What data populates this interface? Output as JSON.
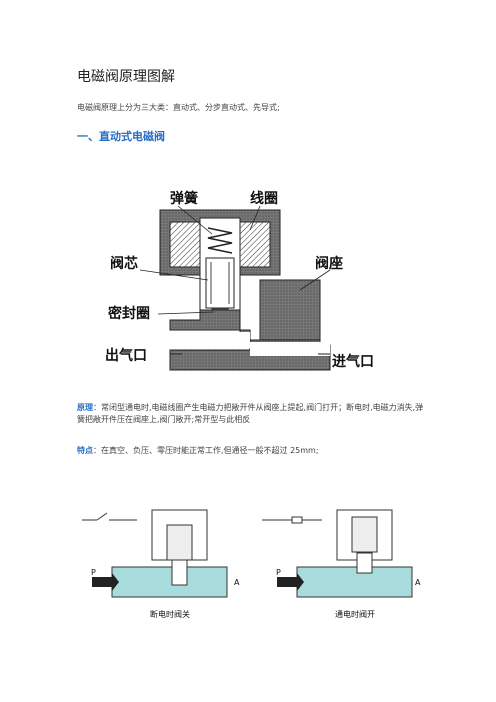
{
  "page": {
    "title": "电磁阀原理图解",
    "intro": "电磁阀原理上分为三大类：直动式、分步直动式、先导式;",
    "section1_heading": "一、直动式电磁阀"
  },
  "figure1": {
    "labels": {
      "spring": "弹簧",
      "coil": "线圈",
      "plunger": "阀芯",
      "seat": "阀座",
      "seal": "密封圈",
      "outlet": "出气口",
      "inlet": "进气口"
    }
  },
  "principle": {
    "label": "原理",
    "text": "：常闭型通电时,电磁线圈产生电磁力把敞开件从阀座上提起,阀门打开；断电时,电磁力消失,弹簧把敞开件压在阀座上,阀门敞开;常开型与此相反"
  },
  "features": {
    "label": "特点",
    "text": "：在真空、负压、零压时能正常工作,但通径一般不超过 25mm;"
  },
  "figure2": {
    "left_caption": "断电时阀关",
    "right_caption": "通电时阀开",
    "port_p": "P",
    "port_a": "A"
  }
}
